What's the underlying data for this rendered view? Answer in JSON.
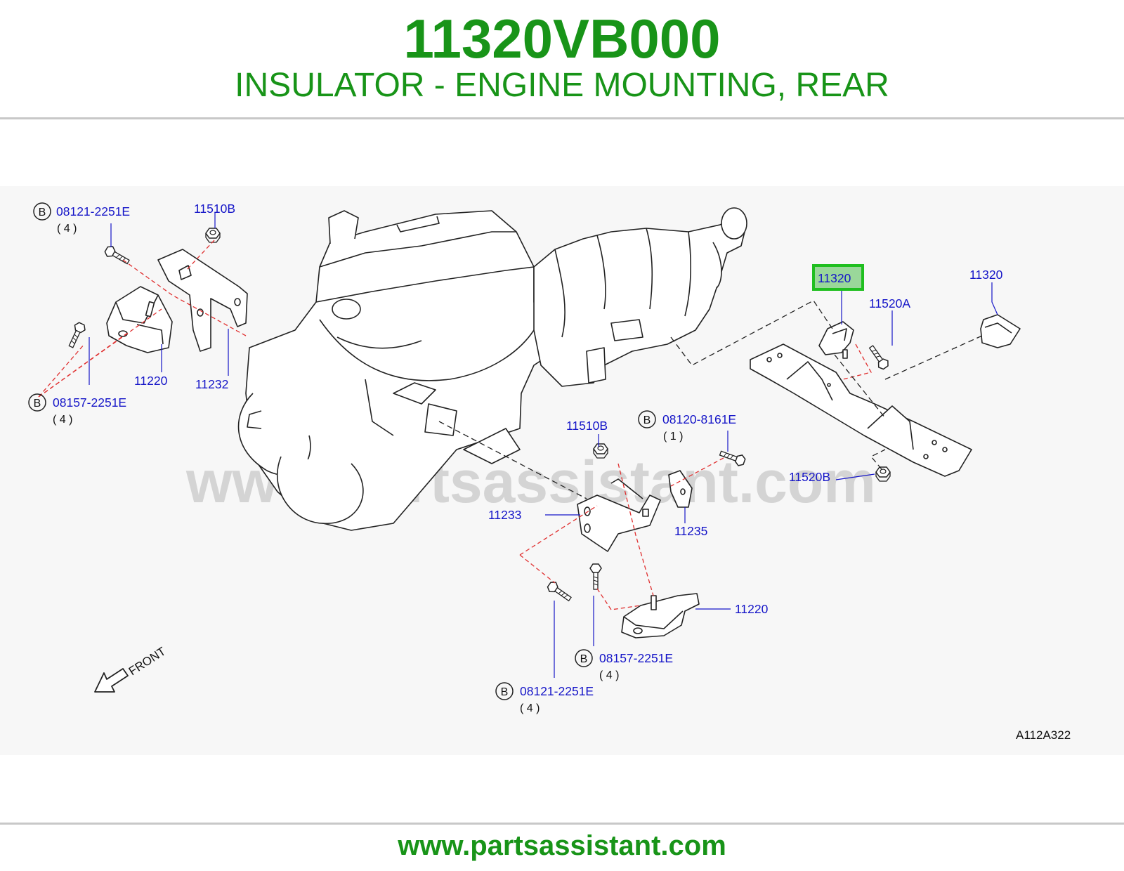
{
  "header": {
    "part_number": "11320VB000",
    "description": "INSULATOR - ENGINE MOUNTING, REAR"
  },
  "colors": {
    "title_green": "#189418",
    "callout_blue": "#1515c8",
    "highlight_fill": "#9ad79a",
    "highlight_border": "#1fbf1f",
    "red_dash": "#e03030",
    "watermark_gray": "#c9c9c9"
  },
  "watermark": "www.partsassistant.com",
  "callouts": {
    "bolt_front_top": {
      "badge": "B",
      "code": "08121-2251E",
      "qty": "( 4 )"
    },
    "nut_front_top": "11510B",
    "insulator_front_left": "11220",
    "bracket_front_left": "11232",
    "bolt_front_lower": {
      "badge": "B",
      "code": "08157-2251E",
      "qty": "( 4 )"
    },
    "insulator_rear_highlighted": "11320",
    "insulator_rear_alt": "11320",
    "bolt_rear_top": "11520A",
    "nut_rear_bottom": "11520B",
    "nut_center": "11510B",
    "bolt_center": {
      "badge": "B",
      "code": "08120-8161E",
      "qty": "( 1 )"
    },
    "bracket_center": "11233",
    "bracket_small": "11235",
    "insulator_front_right": "11220",
    "bolt_lower_mid": {
      "badge": "B",
      "code": "08157-2251E",
      "qty": "( 4 )"
    },
    "bolt_lower_left": {
      "badge": "B",
      "code": "08121-2251E",
      "qty": "( 4 )"
    }
  },
  "direction_label": "FRONT",
  "figure_ref": "A112A322",
  "footer": {
    "site": "www.partsassistant.com"
  },
  "icons": [
    "front-arrow-icon",
    "bolt-icon",
    "nut-icon"
  ]
}
